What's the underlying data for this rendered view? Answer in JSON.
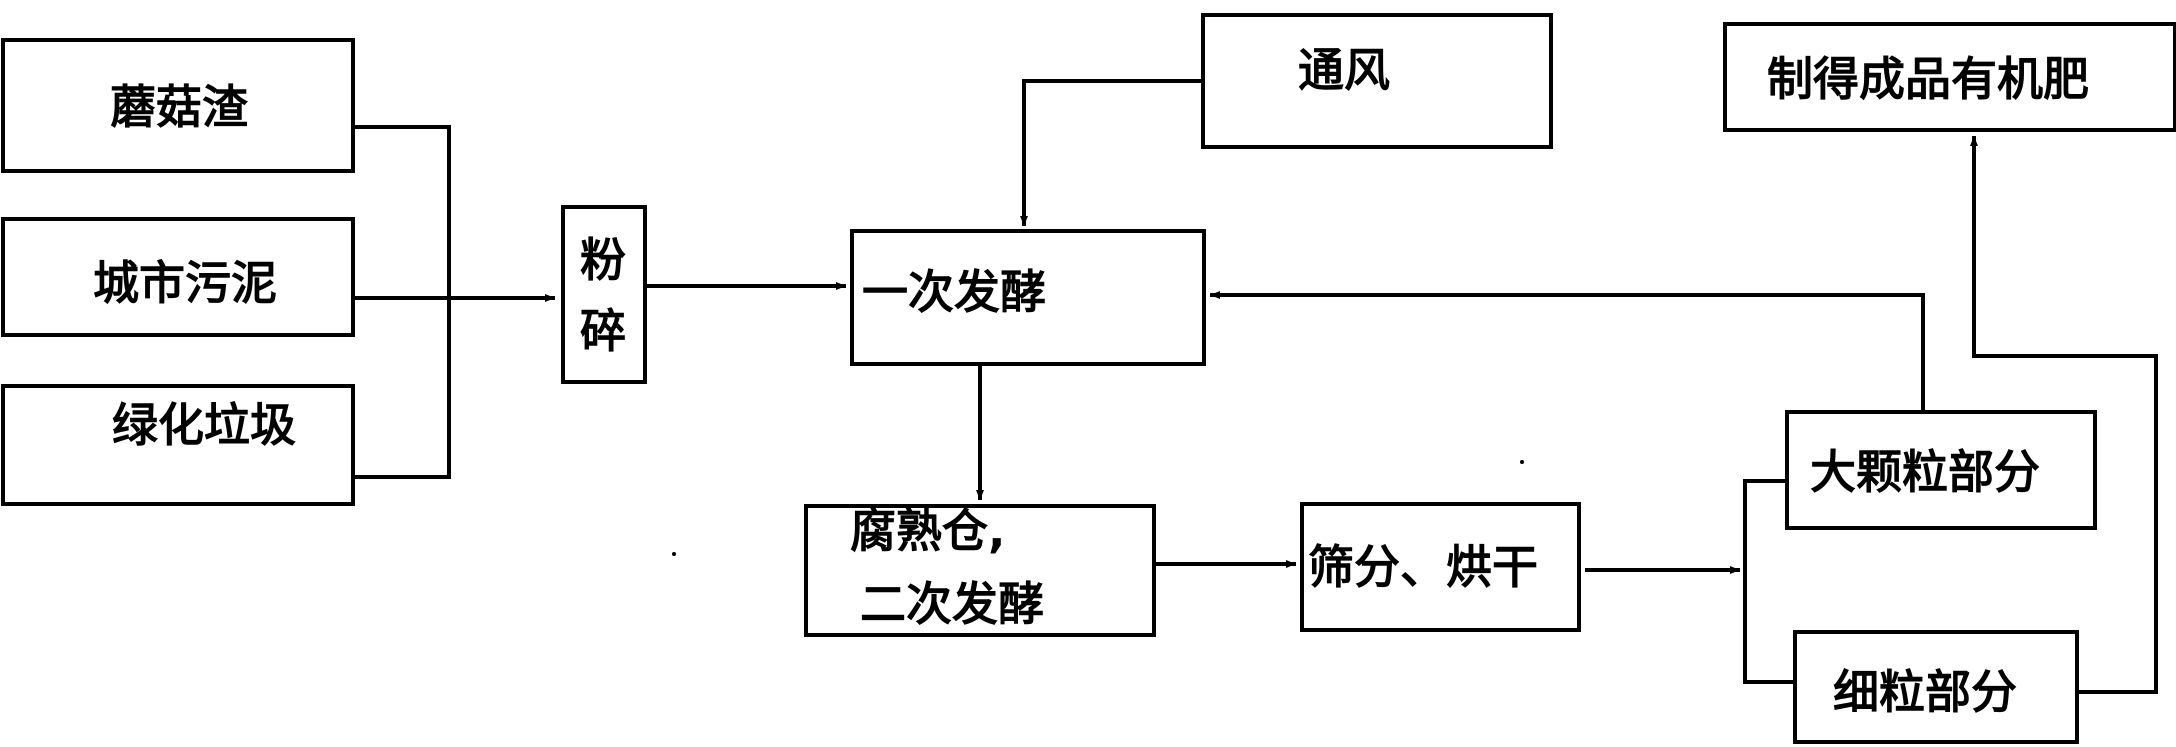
{
  "nodes": {
    "mushroom_residue": "蘑菇渣",
    "urban_sludge": "城市污泥",
    "green_waste": "绿化垃圾",
    "crush_line1": "粉",
    "crush_line2": "碎",
    "ventilation": "通风",
    "primary_fermentation": "一次发酵",
    "maturation_line1": "腐熟仓,",
    "maturation_line2": "二次发酵",
    "screen_dry": "筛分、烘干",
    "large_particles": "大颗粒部分",
    "fine_particles": "细粒部分",
    "finished_fertilizer": "制得成品有机肥"
  },
  "colors": {
    "stroke": "#000000",
    "background": "#ffffff"
  }
}
